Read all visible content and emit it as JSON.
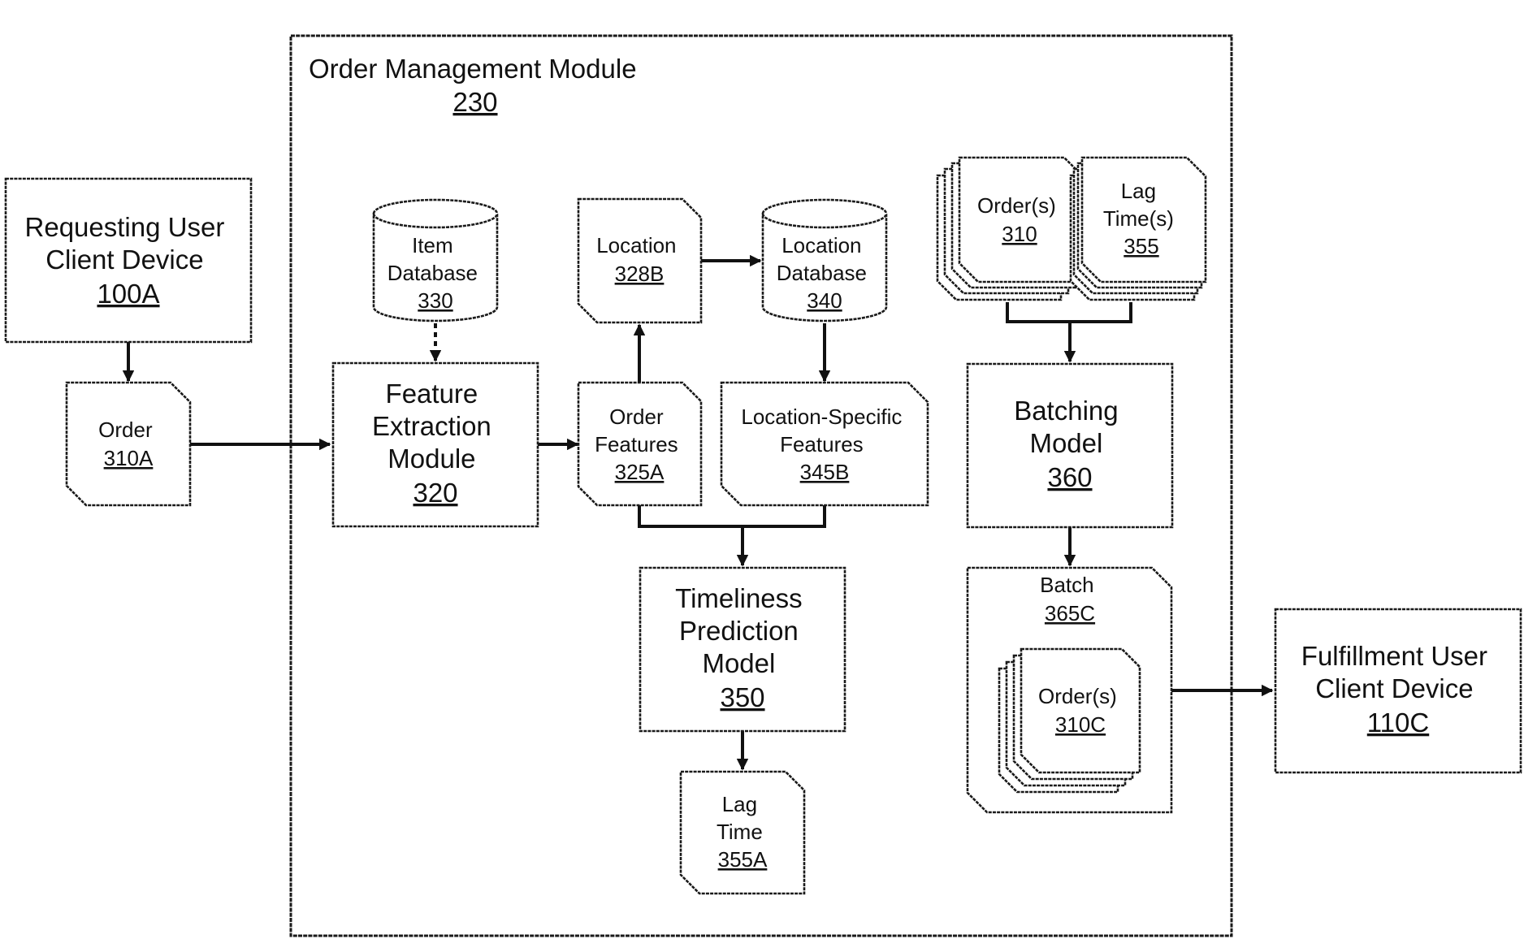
{
  "module": {
    "title": "Order Management Module",
    "ref": "230"
  },
  "nodes": {
    "requesting_device": {
      "lines": [
        "Requesting User",
        "Client Device"
      ],
      "ref": "100A"
    },
    "order": {
      "lines": [
        "Order"
      ],
      "ref": "310A"
    },
    "feature_extraction": {
      "lines": [
        "Feature",
        "Extraction",
        "Module"
      ],
      "ref": "320"
    },
    "item_database": {
      "lines": [
        "Item",
        "Database"
      ],
      "ref": "330"
    },
    "location": {
      "lines": [
        "Location"
      ],
      "ref": "328B"
    },
    "location_database": {
      "lines": [
        "Location",
        "Database"
      ],
      "ref": "340"
    },
    "order_features": {
      "lines": [
        "Order",
        "Features"
      ],
      "ref": "325A"
    },
    "location_features": {
      "lines": [
        "Location-Specific",
        "Features"
      ],
      "ref": "345B"
    },
    "timeliness_model": {
      "lines": [
        "Timeliness",
        "Prediction",
        "Model"
      ],
      "ref": "350"
    },
    "lag_time": {
      "lines": [
        "Lag",
        "Time"
      ],
      "ref": "355A"
    },
    "orders_stack": {
      "lines": [
        "Order(s)"
      ],
      "ref": "310"
    },
    "lag_times_stack": {
      "lines": [
        "Lag",
        "Time(s)"
      ],
      "ref": "355"
    },
    "batching_model": {
      "lines": [
        "Batching",
        "Model"
      ],
      "ref": "360"
    },
    "batch": {
      "lines": [
        "Batch"
      ],
      "ref": "365C"
    },
    "batch_orders": {
      "lines": [
        "Order(s)"
      ],
      "ref": "310C"
    },
    "fulfillment_device": {
      "lines": [
        "Fulfillment User",
        "Client Device"
      ],
      "ref": "110C"
    }
  }
}
